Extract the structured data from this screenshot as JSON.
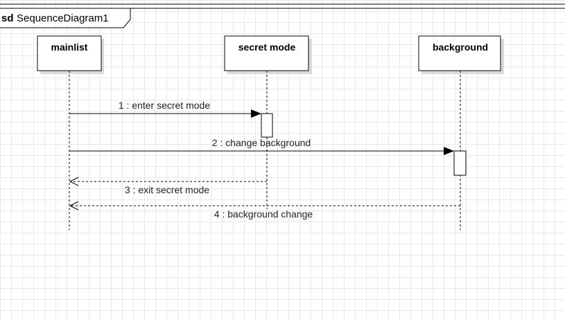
{
  "frame": {
    "keyword": "sd",
    "name": "SequenceDiagram1"
  },
  "lifelines": [
    {
      "id": "mainlist",
      "label": "mainlist"
    },
    {
      "id": "secret-mode",
      "label": "secret mode"
    },
    {
      "id": "background",
      "label": "background"
    }
  ],
  "messages": [
    {
      "label": "1 : enter secret mode",
      "type": "sync",
      "from": "mainlist",
      "to": "secret-mode"
    },
    {
      "label": "2 : change background",
      "type": "sync",
      "from": "mainlist",
      "to": "background"
    },
    {
      "label": "3 : exit secret mode",
      "type": "return",
      "from": "secret-mode",
      "to": "mainlist"
    },
    {
      "label": "4 : background change",
      "type": "return",
      "from": "background",
      "to": "mainlist"
    }
  ],
  "colors": {
    "line": "#000000",
    "grid": "#e8e8e8",
    "shadow": "#d6d6d6"
  }
}
